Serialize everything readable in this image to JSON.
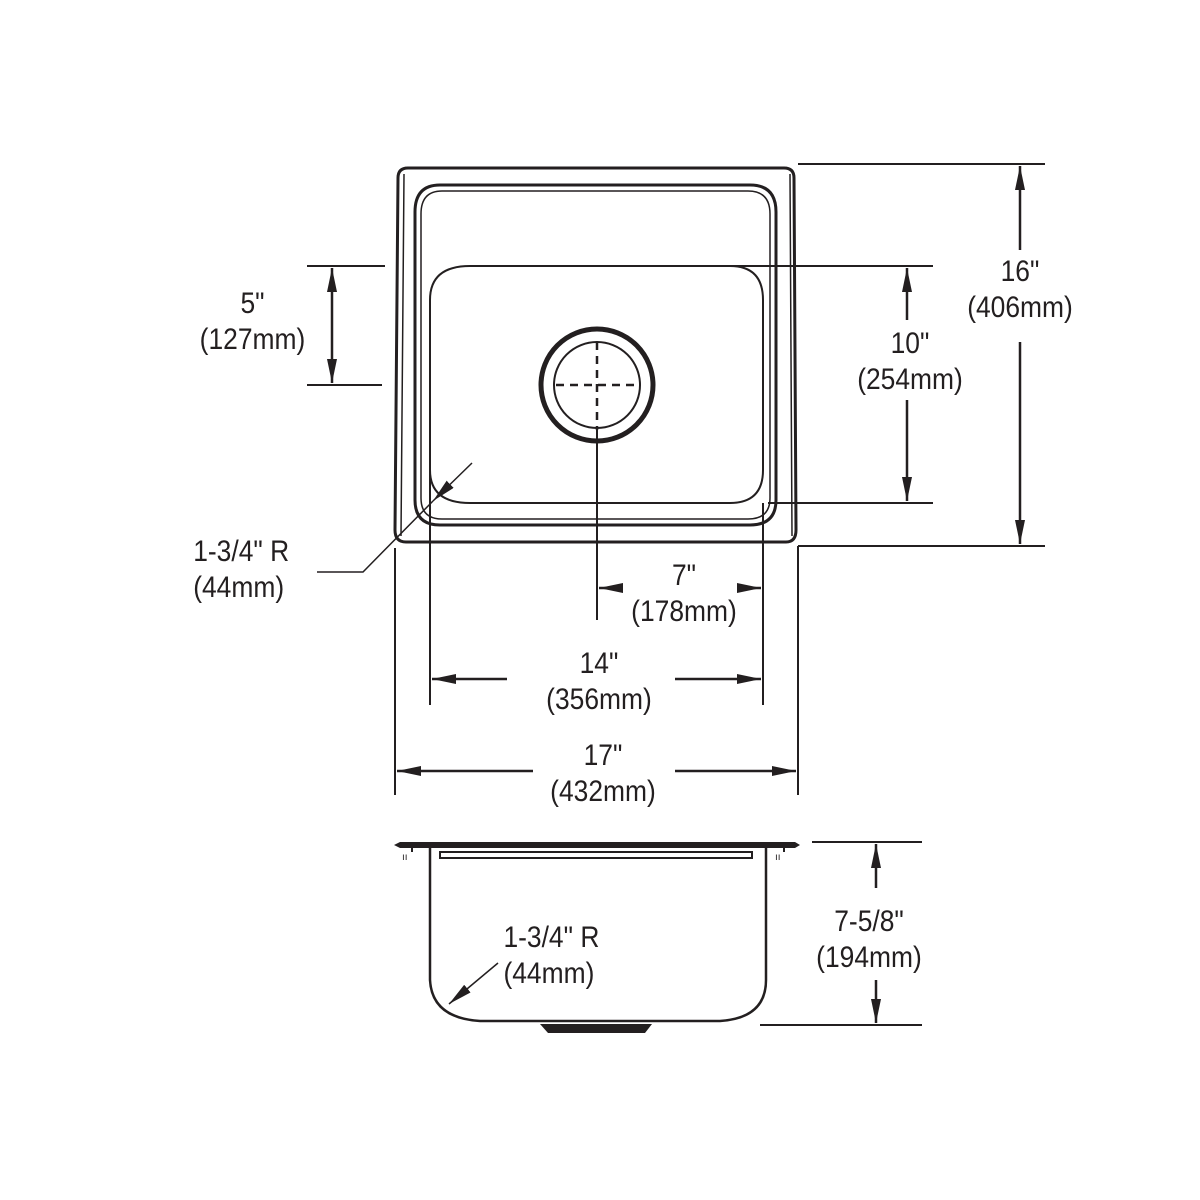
{
  "diagram": {
    "title": "Single bowl sink dimension drawing",
    "line_color": "#231f20",
    "background": "#ffffff",
    "views": [
      "top-view",
      "side-section-view"
    ]
  },
  "dimensions": {
    "overall_width": {
      "inch": "17\"",
      "mm": "(432mm)"
    },
    "overall_length": {
      "inch": "16\"",
      "mm": "(406mm)"
    },
    "bowl_width": {
      "inch": "14\"",
      "mm": "(356mm)"
    },
    "bowl_length": {
      "inch": "10\"",
      "mm": "(254mm)"
    },
    "drain_offset": {
      "inch": "7\"",
      "mm": "(178mm)"
    },
    "drain_front": {
      "inch": "5\"",
      "mm": "(127mm)"
    },
    "corner_radius_top": {
      "inch": "1-3/4\" R",
      "mm": "(44mm)"
    },
    "corner_radius_side": {
      "inch": "1-3/4\" R",
      "mm": "(44mm)"
    },
    "bowl_depth": {
      "inch": "7-5/8\"",
      "mm": "(194mm)"
    }
  }
}
